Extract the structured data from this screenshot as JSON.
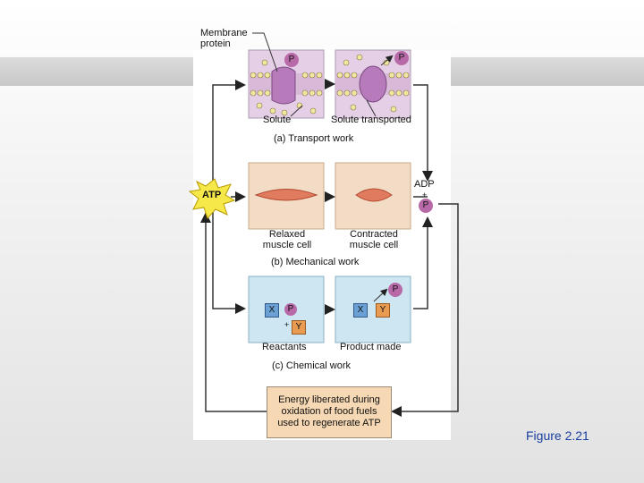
{
  "labels": {
    "membrane_protein": "Membrane\nprotein",
    "solute": "Solute",
    "solute_transported": "Solute transported",
    "transport_work": "(a) Transport work",
    "atp": "ATP",
    "adp": "ADP",
    "plus": "+",
    "phosphate": "P",
    "relaxed": "Relaxed\nmuscle cell",
    "contracted": "Contracted\nmuscle cell",
    "mechanical_work": "(b) Mechanical work",
    "x": "X",
    "y": "Y",
    "reactants": "Reactants",
    "product_made": "Product made",
    "chemical_work": "(c) Chemical work",
    "energy_box": "Energy liberated during\noxidation of food fuels\nused to regenerate ATP",
    "figure_caption": "Figure 2.21"
  },
  "colors": {
    "membrane_panel": "#e4cfe6",
    "muscle_panel": "#f3dcc6",
    "chemical_panel": "#cde6f2",
    "phosphate_badge": "#b86aa8",
    "atp_burst": "#f7e84a",
    "x_box": "#6aa0d4",
    "y_box": "#e99b52",
    "caption": "#1a3fa0"
  }
}
